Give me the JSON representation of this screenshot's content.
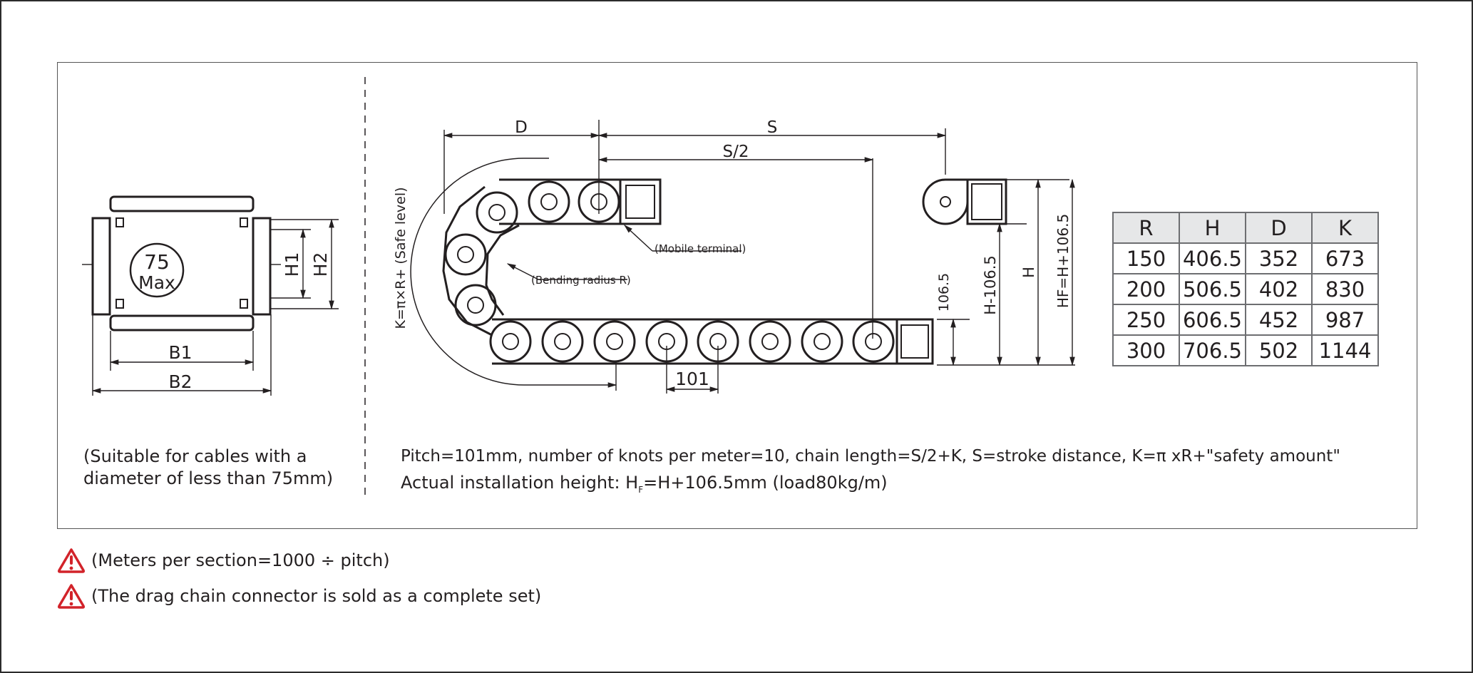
{
  "cross_section": {
    "capacity_value": "75",
    "capacity_unit": "Max",
    "dim_h1": "H1",
    "dim_h2": "H2",
    "dim_b1": "B1",
    "dim_b2": "B2",
    "caption_line1": "(Suitable for cables with a",
    "caption_line2": "diameter of less than 75mm)"
  },
  "side_view": {
    "dim_d": "D",
    "dim_s": "S",
    "dim_s_half": "S/2",
    "dim_k": "K=π×R+ (Safe level)",
    "label_mobile": "(Mobile terminal)",
    "label_bending": "(Bending radius R)",
    "dim_pitch": "101",
    "dim_1065": "106.5",
    "dim_h_minus": "H-106.5",
    "dim_h": "H",
    "dim_hf": "HF=H+106.5"
  },
  "description": {
    "line1": "Pitch=101mm, number of knots per meter=10, chain length=S/2+K, S=stroke distance, K=π xR+\"safety amount\"",
    "line2_prefix": "Actual installation height: H",
    "line2_sub": "F",
    "line2_suffix": "=H+106.5mm (load80kg/m)"
  },
  "table": {
    "headers": [
      "R",
      "H",
      "D",
      "K"
    ],
    "rows": [
      [
        "150",
        "406.5",
        "352",
        "673"
      ],
      [
        "200",
        "506.5",
        "402",
        "830"
      ],
      [
        "250",
        "606.5",
        "452",
        "987"
      ],
      [
        "300",
        "706.5",
        "502",
        "1144"
      ]
    ]
  },
  "notes": [
    {
      "icon": "warning-icon",
      "text": "(Meters per section=1000 ÷ pitch)"
    },
    {
      "icon": "warning-icon",
      "text": "(The drag chain connector is sold as a complete set)"
    }
  ],
  "colors": {
    "line": "#231f20",
    "warning": "#d2232a",
    "table_header": "#e6e7e8"
  }
}
